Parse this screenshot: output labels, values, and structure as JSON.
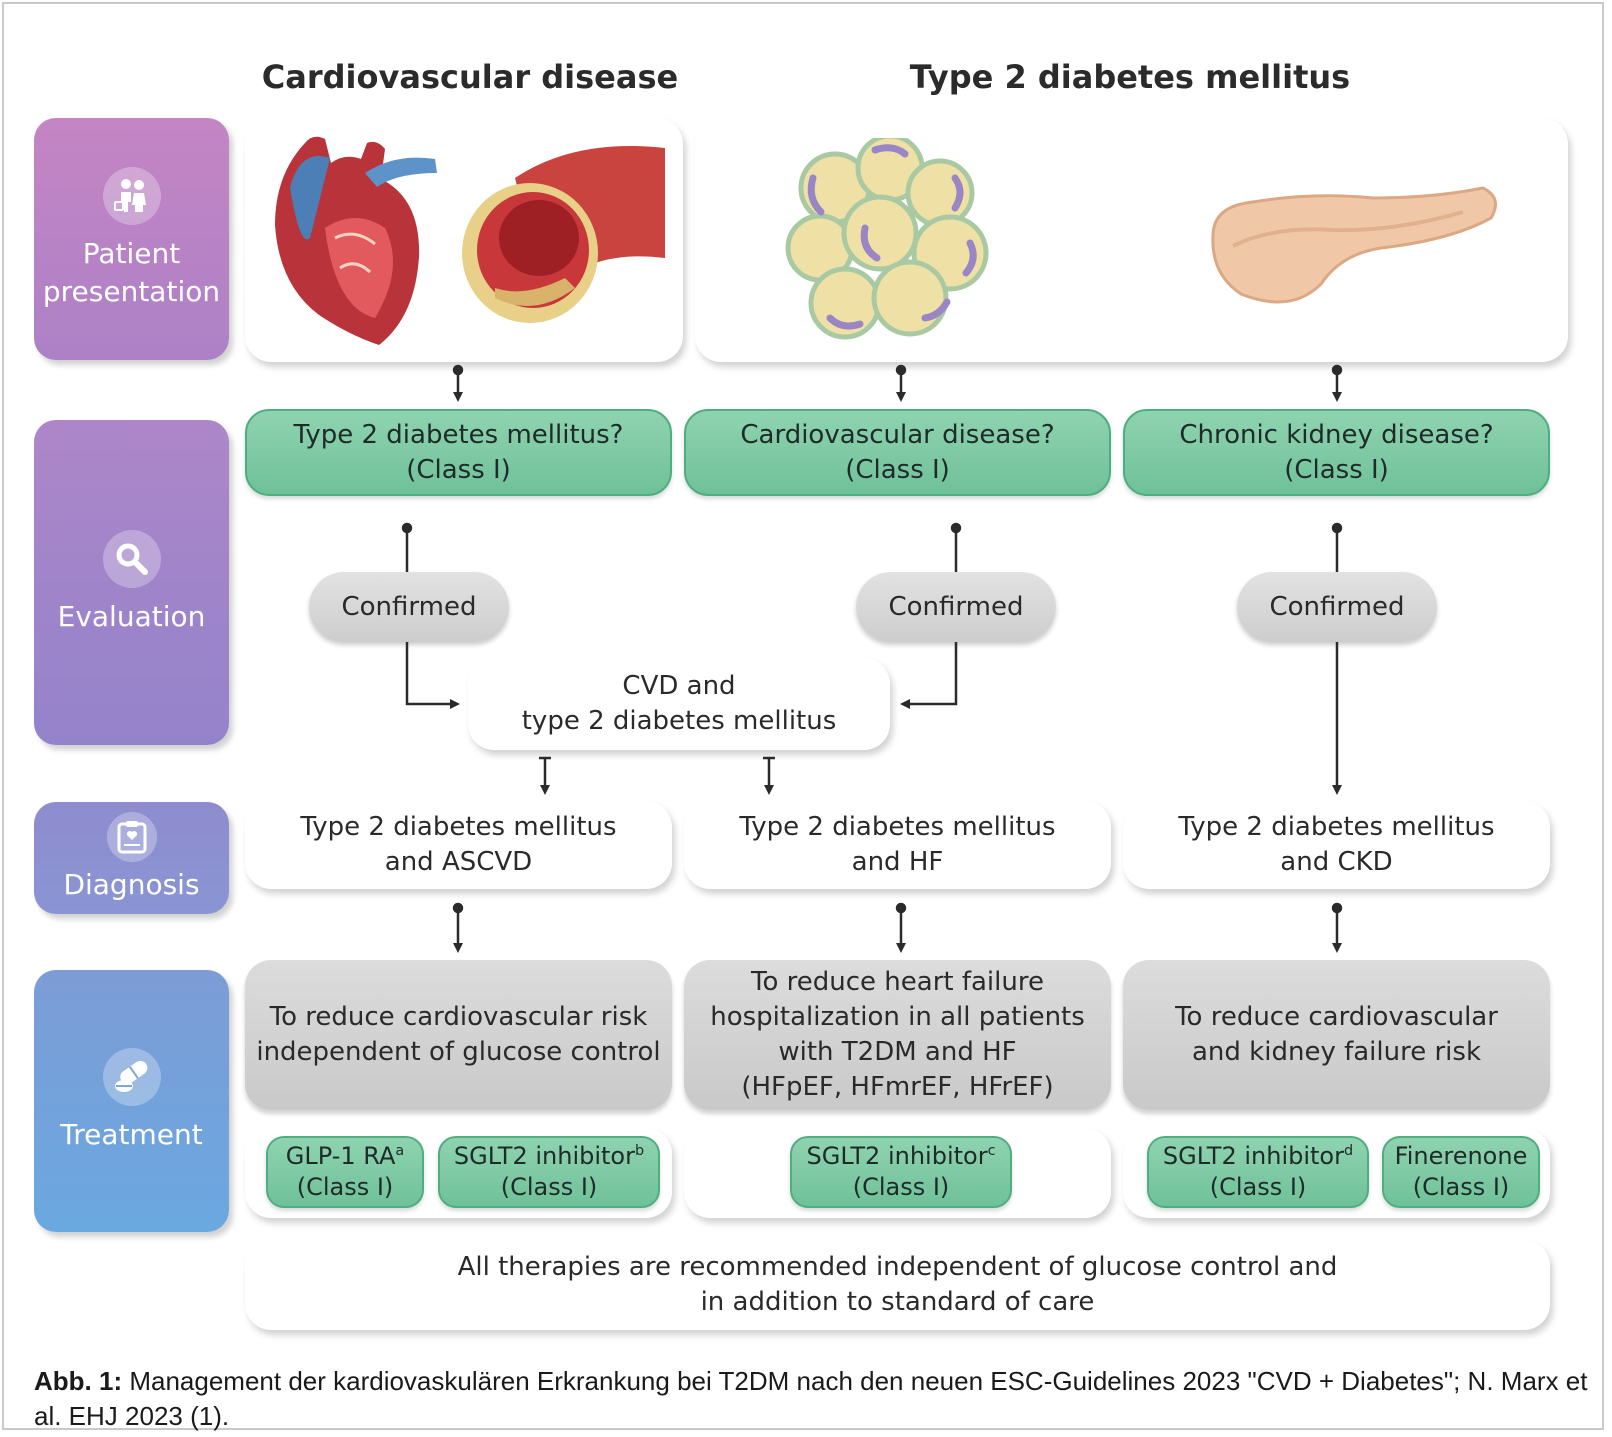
{
  "headers": {
    "left": "Cardiovascular disease",
    "right": "Type 2 diabetes mellitus"
  },
  "rows": [
    {
      "label": "Patient\npresentation",
      "icon": "patient-caregiver-icon"
    },
    {
      "label": "Evaluation",
      "icon": "magnifier-icon"
    },
    {
      "label": "Diagnosis",
      "icon": "clipboard-icon"
    },
    {
      "label": "Treatment",
      "icon": "pills-icon"
    }
  ],
  "illustrations": [
    "heart-illustration",
    "artery-plaque-illustration",
    "islet-cells-illustration",
    "pancreas-illustration"
  ],
  "evaluation": [
    {
      "question": "Type 2 diabetes mellitus?\n(Class I)"
    },
    {
      "question": "Cardiovascular disease?\n(Class I)"
    },
    {
      "question": "Chronic kidney disease?\n(Class I)"
    }
  ],
  "confirmed": [
    "Confirmed",
    "Confirmed",
    "Confirmed"
  ],
  "combined": "CVD and\ntype 2 diabetes mellitus",
  "diagnosis": [
    "Type 2 diabetes mellitus\nand ASCVD",
    "Type 2 diabetes mellitus\nand HF",
    "Type 2 diabetes mellitus\nand CKD"
  ],
  "treatment_goals": [
    "To reduce cardiovascular risk\nindependent of glucose control",
    "To reduce heart failure\nhospitalization in all patients\nwith T2DM and HF\n(HFpEF, HFmrEF, HFrEF)",
    "To reduce cardiovascular\nand kidney failure risk"
  ],
  "drugs": [
    {
      "name": "GLP-1 RA",
      "sup": "a",
      "cls": "(Class I)"
    },
    {
      "name": "SGLT2 inhibitor",
      "sup": "b",
      "cls": "(Class I)"
    },
    {
      "name": "SGLT2 inhibitor",
      "sup": "c",
      "cls": "(Class I)"
    },
    {
      "name": "SGLT2 inhibitor",
      "sup": "d",
      "cls": "(Class I)"
    },
    {
      "name": "Finerenone",
      "sup": "",
      "cls": "(Class I)"
    }
  ],
  "footer_note": "All therapies are recommended independent of glucose control and\nin addition to standard of care",
  "caption": {
    "label": "Abb. 1:",
    "text": " Management der kardiovaskulären Erkrankung bei T2DM nach den neuen ESC-Guidelines 2023 \"CVD + Diabetes\"; N. Marx et al. EHJ 2023 (1)."
  },
  "colors": {
    "evaluation_green": "#7ccaa3",
    "patient_purple": "#c485c4",
    "treatment_blue": "#6aa8e0",
    "grey_box": "#d2d2d2"
  }
}
